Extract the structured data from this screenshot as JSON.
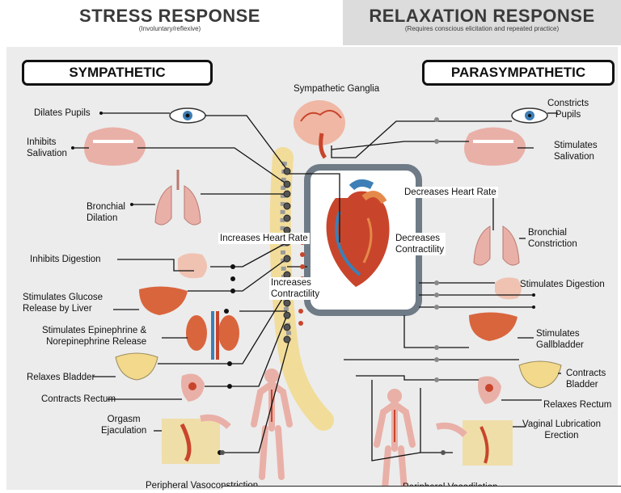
{
  "header": {
    "stress_title": "STRESS RESPONSE",
    "stress_sub": "(Involuntary/reflexive)",
    "relax_title": "RELAXATION RESPONSE",
    "relax_sub": "(Requires conscious elicitation and repeated practice)"
  },
  "sympathetic_label": "SYMPATHETIC",
  "parasympathetic_label": "PARASYMPATHETIC",
  "center": {
    "ganglia": "Sympathetic Ganglia",
    "increases_heart_rate": "Increases Heart Rate",
    "increases_contractility": "Increases\nContractility",
    "decreases_heart_rate": "Decreases Heart Rate",
    "decreases_contractility": "Decreases\nContractility"
  },
  "left": {
    "dilates_pupils": "Dilates Pupils",
    "inhibits_salivation": "Inhibits\nSalivation",
    "bronchial_dilation": "Bronchial\nDilation",
    "inhibits_digestion": "Inhibits Digestion",
    "stimulates_glucose": "Stimulates Glucose\nRelease by Liver",
    "stimulates_epinephrine": "Stimulates Epinephrine &\nNorepinephrine Release",
    "relaxes_bladder": "Relaxes Bladder",
    "contracts_rectum": "Contracts Rectum",
    "orgasm": "Orgasm\nEjaculation",
    "vasoconstriction": "Peripheral Vasoconstriction"
  },
  "right": {
    "constricts_pupils": "Constricts\nPupils",
    "stimulates_salivation": "Stimulates\nSalivation",
    "bronchial_constriction": "Bronchial\nConstriction",
    "stimulates_digestion": "Stimulates Digestion",
    "stimulates_gallbladder": "Stimulates\nGallbladder",
    "contracts_bladder": "Contracts\nBladder",
    "relaxes_rectum": "Relaxes Rectum",
    "vaginal": "Vaginal Lubrication\nErection",
    "vasodilation": "Peripheral Vasodilation"
  },
  "colors": {
    "panel": "#ececec",
    "heart_red": "#c8452b",
    "heart_orange": "#e5894a",
    "vessel_blue": "#3d7fb6",
    "organ_pink": "#e9b0a8",
    "spine_yellow": "#f2d98c",
    "line": "#111111"
  }
}
